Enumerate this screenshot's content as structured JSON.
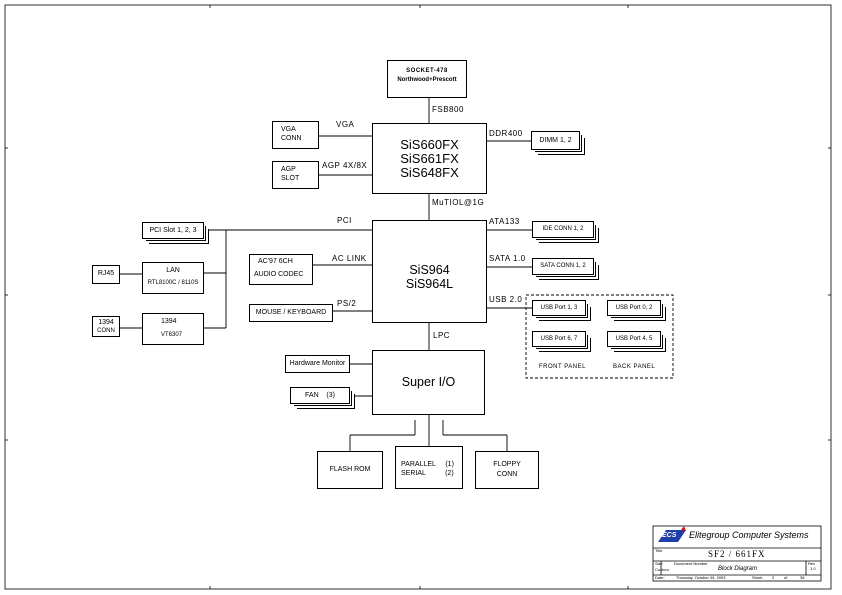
{
  "cpu": {
    "line1": "SOCKET-478",
    "line2": "Northwood+Prescott"
  },
  "bus": {
    "fsb": "FSB800",
    "vga": "VGA",
    "agp": "AGP 4X/8X",
    "ddr": "DDR400",
    "mutiol": "MuTIOL@1G",
    "pci": "PCI",
    "ata": "ATA133",
    "aclink": "AC LINK",
    "sata": "SATA 1.0",
    "ps2": "PS/2",
    "usb": "USB 2.0",
    "lpc": "LPC"
  },
  "northbridge": {
    "line1": "SiS660FX",
    "line2": "SiS661FX",
    "line3": "SiS648FX"
  },
  "southbridge": {
    "line1": "SiS964",
    "line2": "SiS964L"
  },
  "superio": {
    "label": "Super I/O"
  },
  "blocks": {
    "vga_conn": {
      "line1": "VGA",
      "line2": "CONN"
    },
    "agp_slot": {
      "line1": "AGP",
      "line2": "SLOT"
    },
    "dimm": "DIMM 1, 2",
    "pci_slot": "PCI Slot 1, 2, 3",
    "lan": {
      "line1": "LAN",
      "line2": "RTL8100C / 8110S"
    },
    "rj45": "RJ45",
    "ieee1394": {
      "line1": "1394",
      "line2": "VT6307"
    },
    "conn1394": {
      "line1": "1394",
      "line2": "CONN"
    },
    "ac97": {
      "line1": "AC'97 6CH",
      "line2": "AUDIO CODEC"
    },
    "mouse": "MOUSE / KEYBOARD",
    "ide": "IDE CONN 1, 2",
    "sata_conn": "SATA CONN 1, 2",
    "usb13": "USB Port 1, 3",
    "usb02": "USB Port 0, 2",
    "usb67": "USB Port 6, 7",
    "usb45": "USB Port 4, 5",
    "front_panel": "FRONT PANEL",
    "back_panel": "BACK PANEL",
    "hw_monitor": "Hardware Monitor",
    "fan": "FAN    (3)",
    "flash": "FLASH ROM",
    "parallel": "PARALLEL     (1)",
    "serial": "SERIAL          (2)",
    "floppy": {
      "line1": "FLOPPY",
      "line2": "CONN"
    }
  },
  "title_block": {
    "logo": "ECS",
    "company": "Elitegroup Computer Systems",
    "title_label": "Title",
    "title": "SF2 / 661FX",
    "size_label": "Size",
    "document_label": "Document Number",
    "custom_label": "Custom",
    "doc_name": "Block Diagram",
    "rev_label": "Rev",
    "rev": "1.0",
    "date_label": "Date:",
    "date": "Thursday, October 09, 2003",
    "sheet_label": "Sheet",
    "sheet": "2",
    "of_label": "of",
    "sheets": "38"
  }
}
